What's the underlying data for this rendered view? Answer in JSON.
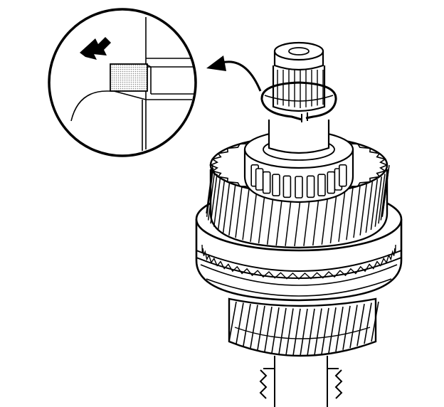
{
  "figure": {
    "background": "#ffffff",
    "ink": "#000000",
    "fill_dots": "#9a9a9a",
    "parts": {
      "detail_view": "detail-callout-circle",
      "pointer": "curved-arrow",
      "direction_marker": "direction-arrow-icon",
      "shaft": "output-shaft",
      "clip": "snap-ring",
      "bearing": "roller-bearing",
      "upper_gear": "helical-gear",
      "synchro": "synchronizer-ring",
      "lower_gear": "lower-helical-gear"
    }
  }
}
